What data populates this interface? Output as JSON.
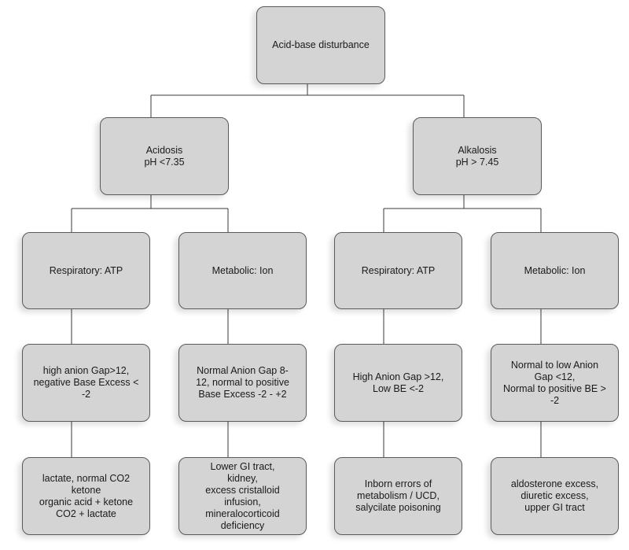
{
  "root": {
    "lines": [
      "Acid-base disturbance"
    ]
  },
  "acidosis": {
    "title": {
      "lines": [
        "Acidosis",
        "pH <7.35"
      ]
    },
    "respiratory": {
      "label": {
        "lines": [
          "Respiratory: ATP"
        ]
      },
      "criteria": {
        "lines": [
          "high anion Gap>12,",
          "negative Base Excess <",
          "-2"
        ]
      },
      "causes": {
        "lines": [
          "lactate, normal CO2",
          "ketone",
          "organic acid + ketone",
          "CO2 + lactate"
        ]
      }
    },
    "metabolic": {
      "label": {
        "lines": [
          "Metabolic: Ion"
        ]
      },
      "criteria": {
        "lines": [
          "Normal Anion Gap 8-",
          "12, normal to positive",
          "Base Excess -2 - +2"
        ]
      },
      "causes": {
        "lines": [
          "Lower GI tract,",
          "kidney,",
          "excess cristalloid",
          "infusion,",
          "mineralocorticoid",
          "deficiency"
        ]
      }
    }
  },
  "alkalosis": {
    "title": {
      "lines": [
        "Alkalosis",
        "pH > 7.45"
      ]
    },
    "respiratory": {
      "label": {
        "lines": [
          "Respiratory: ATP"
        ]
      },
      "criteria": {
        "lines": [
          "High Anion Gap >12,",
          "Low BE <-2"
        ]
      },
      "causes": {
        "lines": [
          "Inborn errors of",
          "metabolism / UCD,",
          "salycilate poisoning"
        ]
      }
    },
    "metabolic": {
      "label": {
        "lines": [
          "Metabolic: Ion"
        ]
      },
      "criteria": {
        "lines": [
          "Normal to low Anion",
          "Gap <12,",
          "Normal to positive BE >",
          "-2"
        ]
      },
      "causes": {
        "lines": [
          "aldosterone excess,",
          "diuretic excess,",
          "upper GI tract"
        ]
      }
    }
  },
  "colors": {
    "box_fill": "#d4d4d4",
    "box_border": "#5a5a5a",
    "connector": "#3a3a3a",
    "text": "#1a1a1a"
  }
}
